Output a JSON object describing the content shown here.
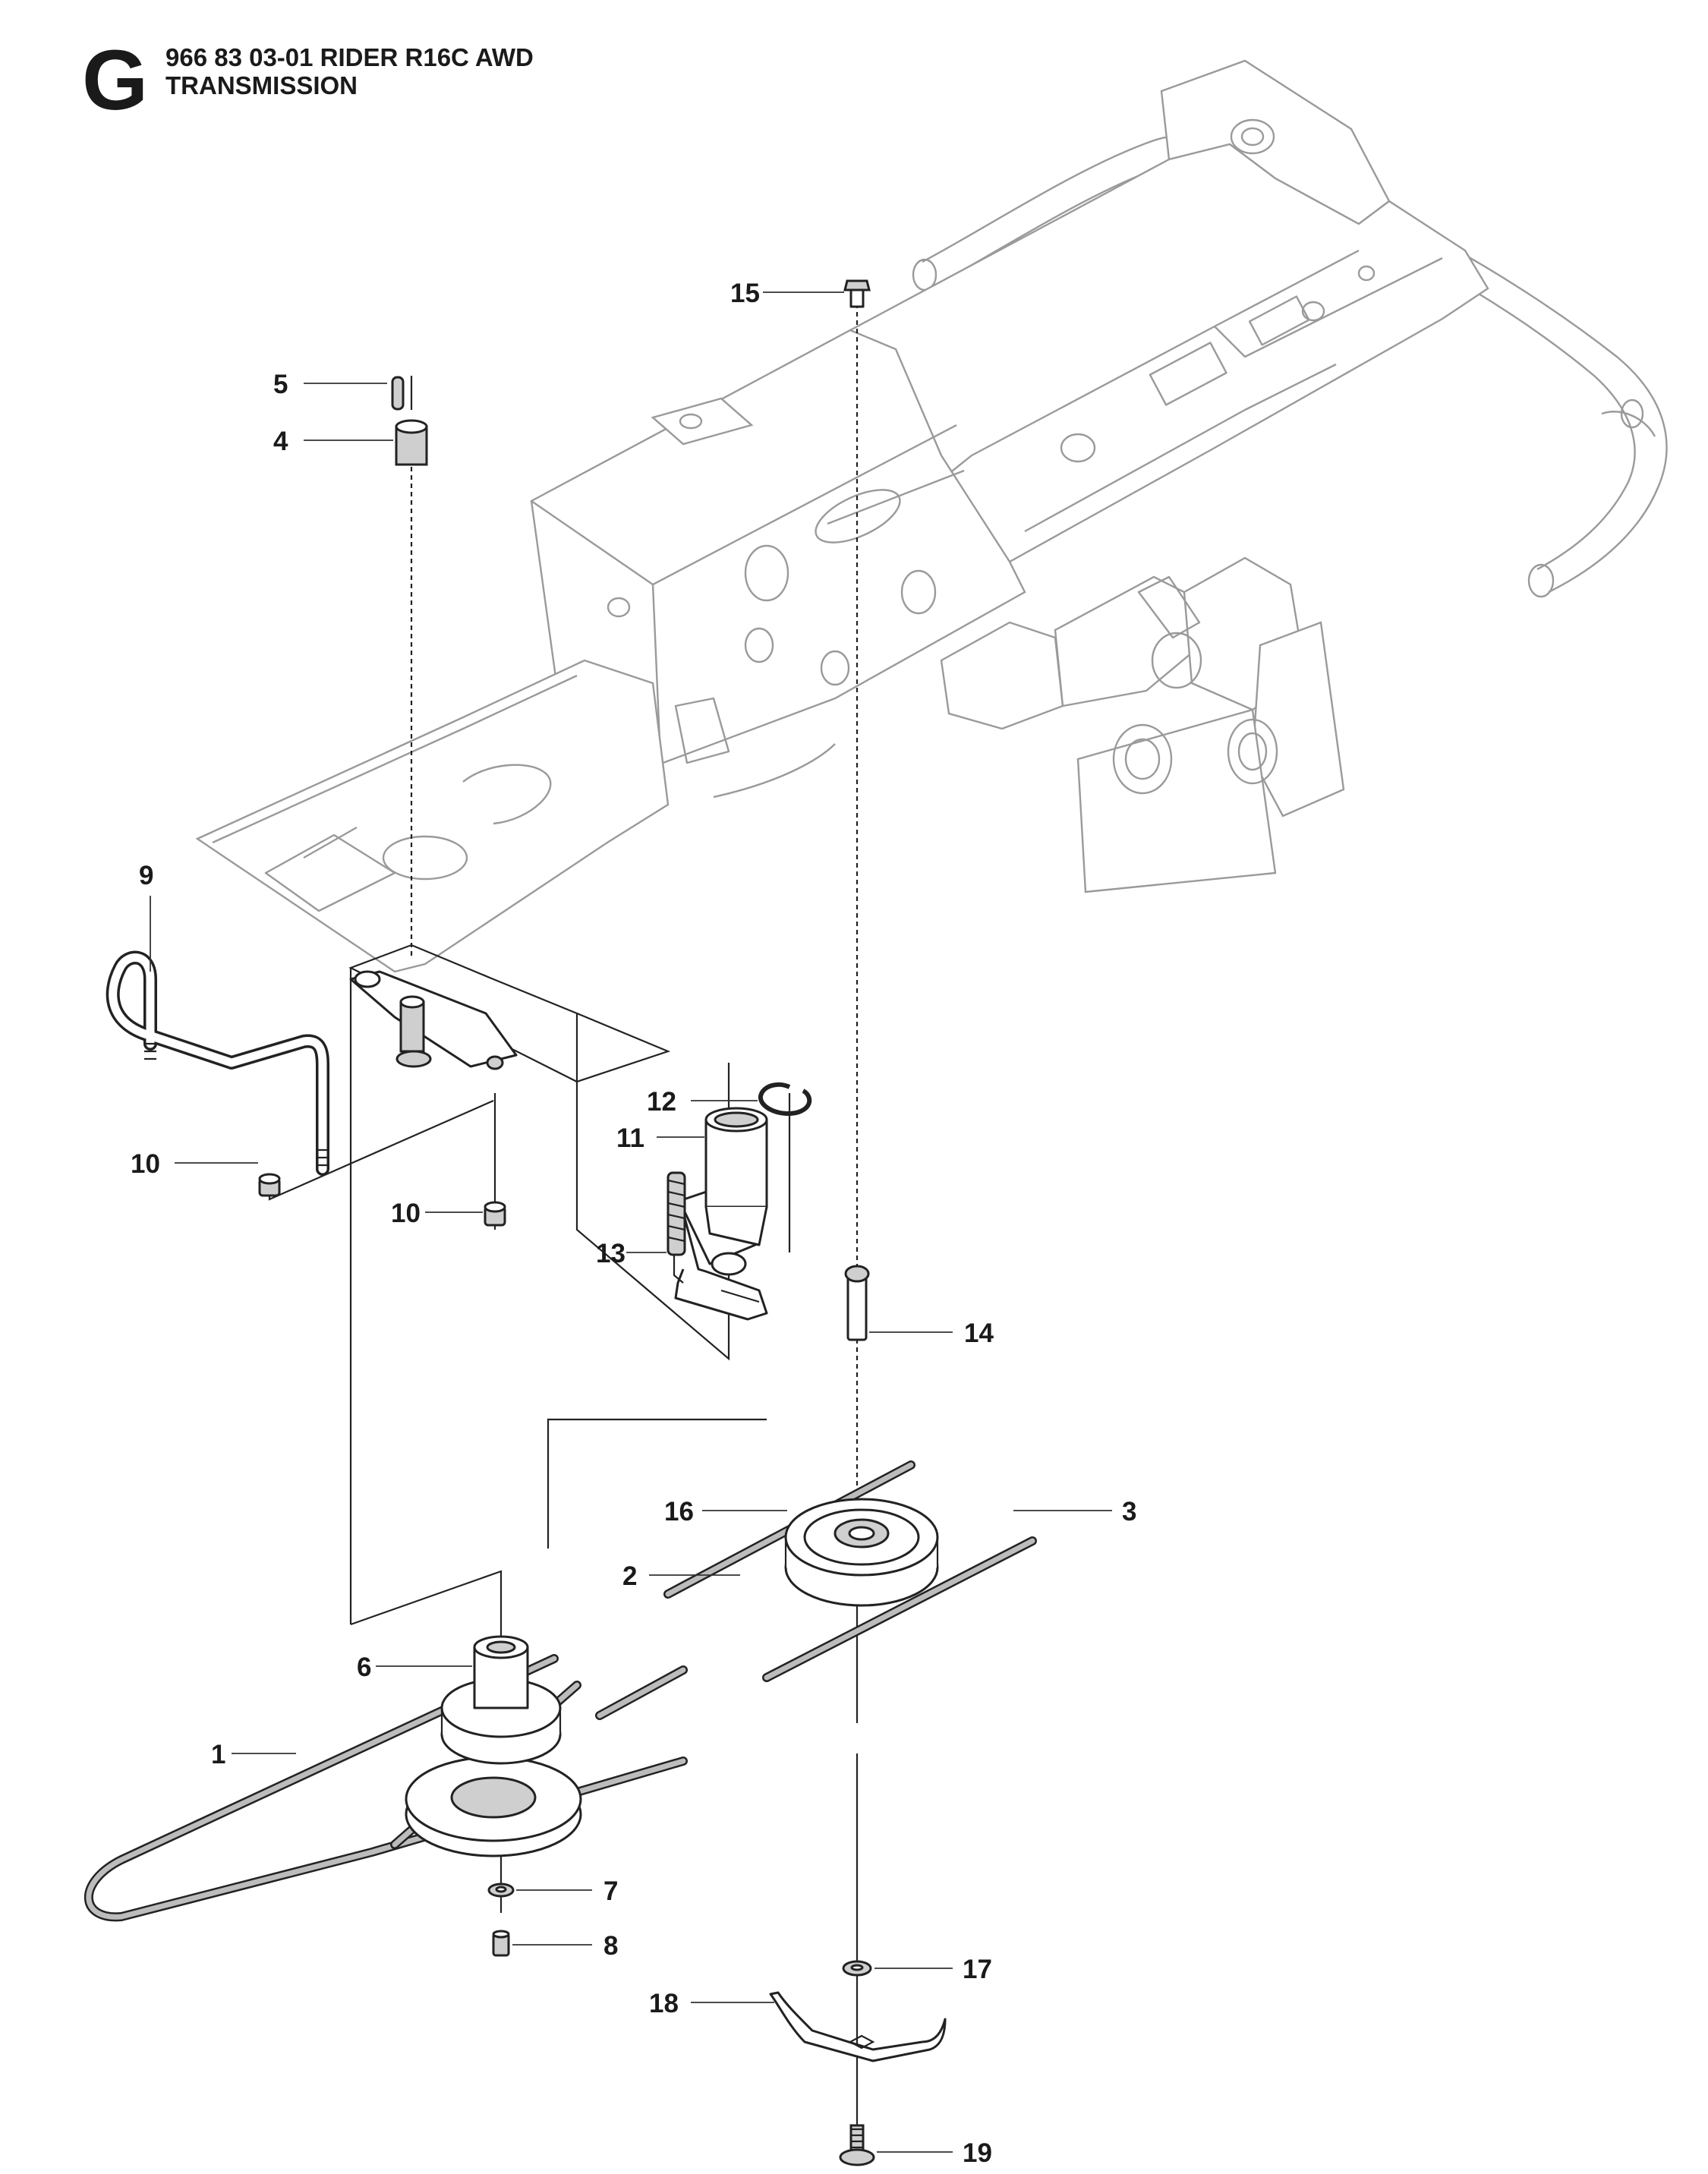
{
  "header": {
    "section_letter": "G",
    "part_number_line": "966 83 03-01 RIDER R16C AWD",
    "subtitle": "TRANSMISSION"
  },
  "callouts": [
    {
      "id": "c15",
      "label": "15"
    },
    {
      "id": "c5",
      "label": "5"
    },
    {
      "id": "c4",
      "label": "4"
    },
    {
      "id": "c9",
      "label": "9"
    },
    {
      "id": "c10a",
      "label": "10"
    },
    {
      "id": "c10b",
      "label": "10"
    },
    {
      "id": "c12",
      "label": "12"
    },
    {
      "id": "c11",
      "label": "11"
    },
    {
      "id": "c13",
      "label": "13"
    },
    {
      "id": "c14",
      "label": "14"
    },
    {
      "id": "c16",
      "label": "16"
    },
    {
      "id": "c3",
      "label": "3"
    },
    {
      "id": "c2",
      "label": "2"
    },
    {
      "id": "c6",
      "label": "6"
    },
    {
      "id": "c1",
      "label": "1"
    },
    {
      "id": "c7",
      "label": "7"
    },
    {
      "id": "c8",
      "label": "8"
    },
    {
      "id": "c17",
      "label": "17"
    },
    {
      "id": "c18",
      "label": "18"
    },
    {
      "id": "c19",
      "label": "19"
    }
  ]
}
